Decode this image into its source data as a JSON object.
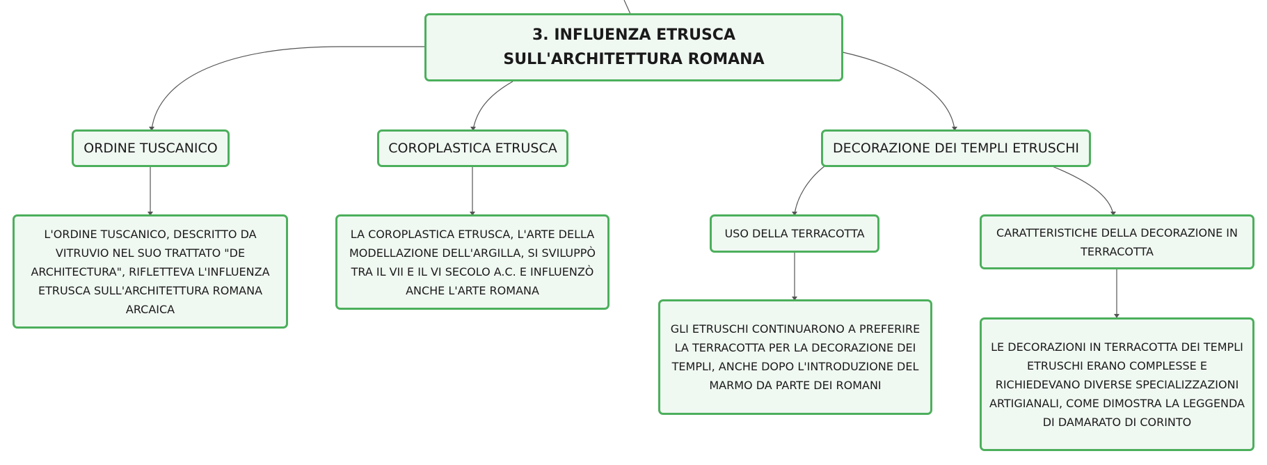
{
  "mindmap": {
    "root": {
      "label": "3. INFLUENZA ETRUSCA SULL'ARCHITETTURA ROMANA"
    },
    "branches": [
      {
        "label": "ORDINE TUSCANICO",
        "children": [
          {
            "label": "L'ORDINE TUSCANICO, DESCRITTO DA VITRUVIO NEL SUO TRATTATO \"DE ARCHITECTURA\", RIFLETTEVA L'INFLUENZA ETRUSCA SULL'ARCHITETTURA ROMANA ARCAICA"
          }
        ]
      },
      {
        "label": "COROPLASTICA ETRUSCA",
        "children": [
          {
            "label": "LA COROPLASTICA ETRUSCA, L'ARTE DELLA MODELLAZIONE DELL'ARGILLA, SI SVILUPPÒ TRA IL VII E IL VI SECOLO A.C. E INFLUENZÒ ANCHE L'ARTE ROMANA"
          }
        ]
      },
      {
        "label": "DECORAZIONE DEI TEMPLI ETRUSCHI",
        "children": [
          {
            "label": "USO DELLA TERRACOTTA",
            "children": [
              {
                "label": "GLI ETRUSCHI CONTINUARONO A PREFERIRE LA TERRACOTTA PER LA DECORAZIONE DEI TEMPLI, ANCHE DOPO L'INTRODUZIONE DEL MARMO DA PARTE DEI ROMANI"
              }
            ]
          },
          {
            "label": "CARATTERISTICHE DELLA DECORAZIONE IN TERRACOTTA",
            "children": [
              {
                "label": "LE DECORAZIONI IN TERRACOTTA DEI TEMPLI ETRUSCHI ERANO COMPLESSE E RICHIEDEVANO DIVERSE SPECIALIZZAZIONI ARTIGIANALI, COME DIMOSTRA LA LEGGENDA DI DAMARATO DI CORINTO"
              }
            ]
          }
        ]
      }
    ]
  }
}
